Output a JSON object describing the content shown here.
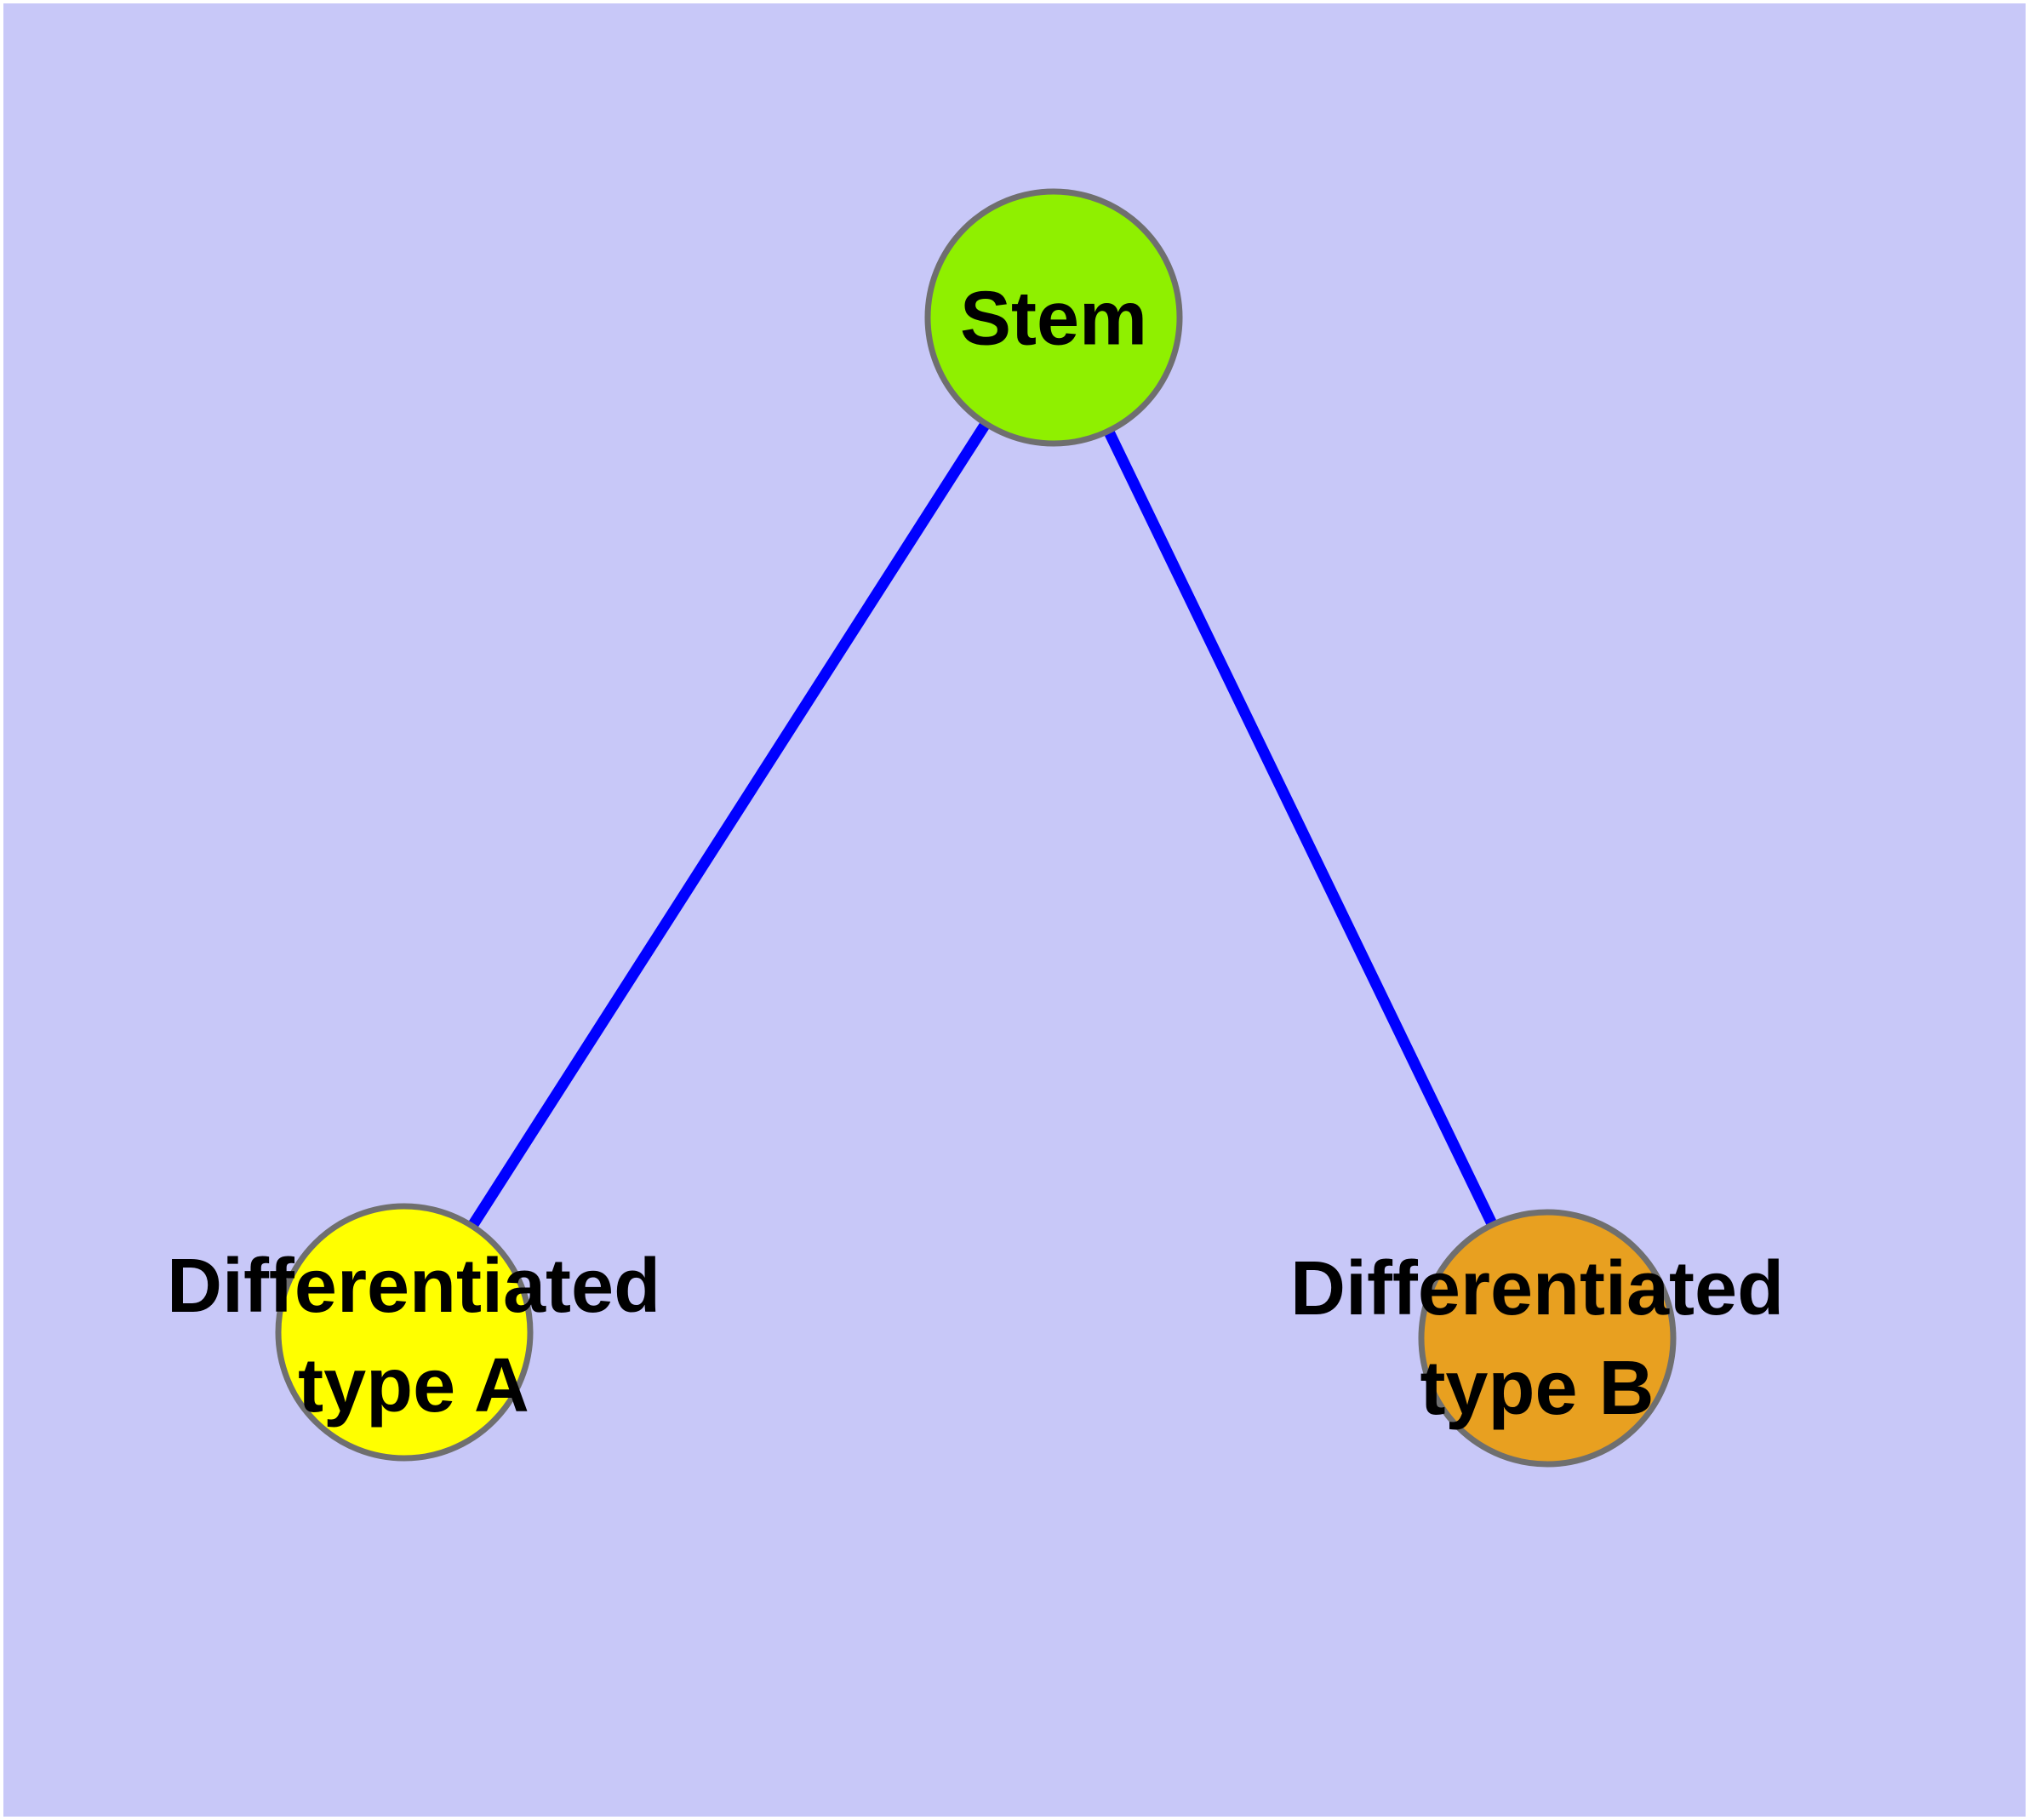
{
  "diagram": {
    "type": "node-link-graph",
    "background_color": "#C8C8F8",
    "frame_color": "#FFFFFF",
    "edge_color": "#0000FF",
    "node_border_color": "#6F6F6F",
    "text_color": "#000000",
    "nodes": [
      {
        "id": "stem",
        "label": "Stem",
        "fill": "#8FF000"
      },
      {
        "id": "type-a",
        "label": "Differentiated\ntype A",
        "fill": "#FFFF00"
      },
      {
        "id": "type-b",
        "label": "Differentiated\ntype B",
        "fill": "#E8A020"
      }
    ],
    "edges": [
      {
        "from": "stem",
        "to": "type-a"
      },
      {
        "from": "stem",
        "to": "type-b"
      }
    ]
  }
}
